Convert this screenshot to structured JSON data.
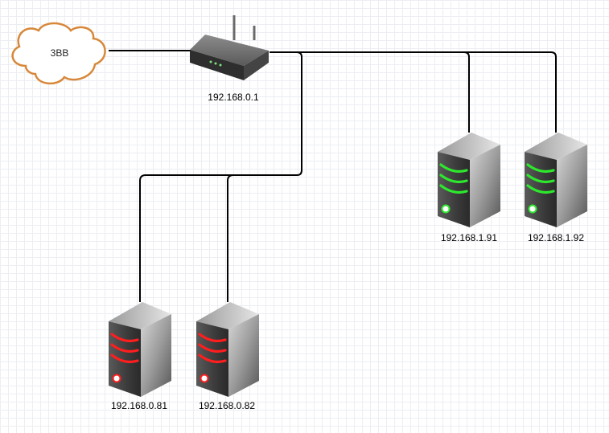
{
  "internet": {
    "label": "3BB",
    "icon": "cloud-icon",
    "border_color": "#d7883a"
  },
  "router": {
    "label": "192.168.0.1",
    "icon": "router-icon"
  },
  "servers_top": [
    {
      "label": "192.168.1.91",
      "icon": "server-icon",
      "status_color": "#2ee82e"
    },
    {
      "label": "192.168.1.92",
      "icon": "server-icon",
      "status_color": "#2ee82e"
    }
  ],
  "servers_bottom": [
    {
      "label": "192.168.0.81",
      "icon": "server-icon",
      "status_color": "#ff1e1e"
    },
    {
      "label": "192.168.0.82",
      "icon": "server-icon",
      "status_color": "#ff1e1e"
    }
  ],
  "connection_color": "#000000"
}
